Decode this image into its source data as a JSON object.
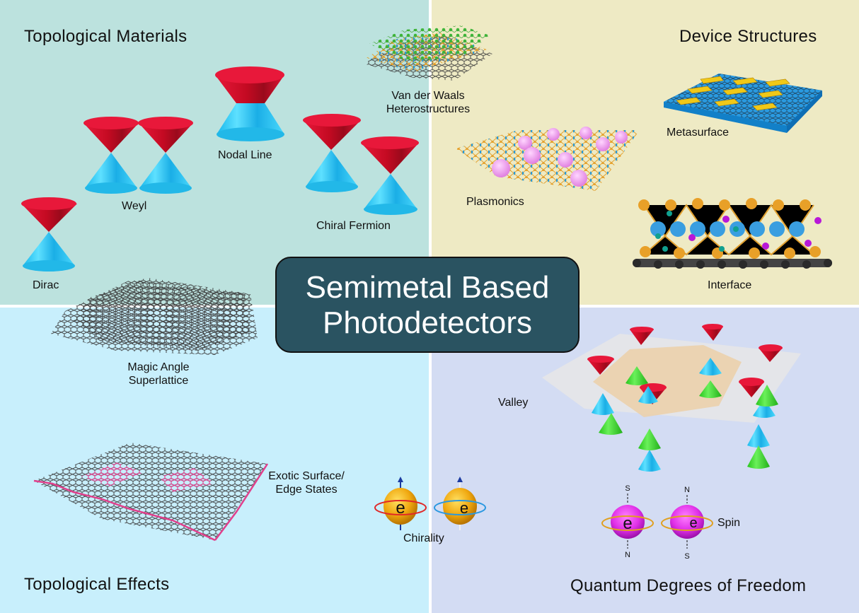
{
  "center": {
    "line1": "Semimetal Based",
    "line2": "Photodetectors"
  },
  "quadrants": {
    "topological_materials": {
      "title": "Topological Materials",
      "items": {
        "dirac": "Dirac",
        "weyl": "Weyl",
        "nodal_line": "Nodal Line",
        "chiral_fermion": "Chiral Fermion"
      }
    },
    "device_structures": {
      "title": "Device Structures",
      "items": {
        "vdw_1": "Van der Waals",
        "vdw_2": "Heterostructures",
        "metasurface": "Metasurface",
        "plasmonics": "Plasmonics",
        "interface": "Interface"
      }
    },
    "topological_effects": {
      "title": "Topological Effects",
      "items": {
        "magic_1": "Magic Angle",
        "magic_2": "Superlattice",
        "exotic_1": "Exotic Surface/",
        "exotic_2": "Edge States",
        "chirality": "Chirality"
      }
    },
    "quantum_dof": {
      "title": "Quantum Degrees of Freedom",
      "items": {
        "valley": "Valley",
        "spin": "Spin",
        "pole_s": "S",
        "pole_n": "N",
        "electron": "e"
      }
    }
  },
  "colors": {
    "topological_materials_bg": "#bce2de",
    "device_structures_bg": "#eeeac4",
    "topological_effects_bg": "#c8effc",
    "quantum_dof_bg": "#d3dcf3",
    "center_box": "#2a5361",
    "cone_red": "#e0102e",
    "cone_blue": "#29c8f0",
    "cone_green": "#3ad62a"
  }
}
